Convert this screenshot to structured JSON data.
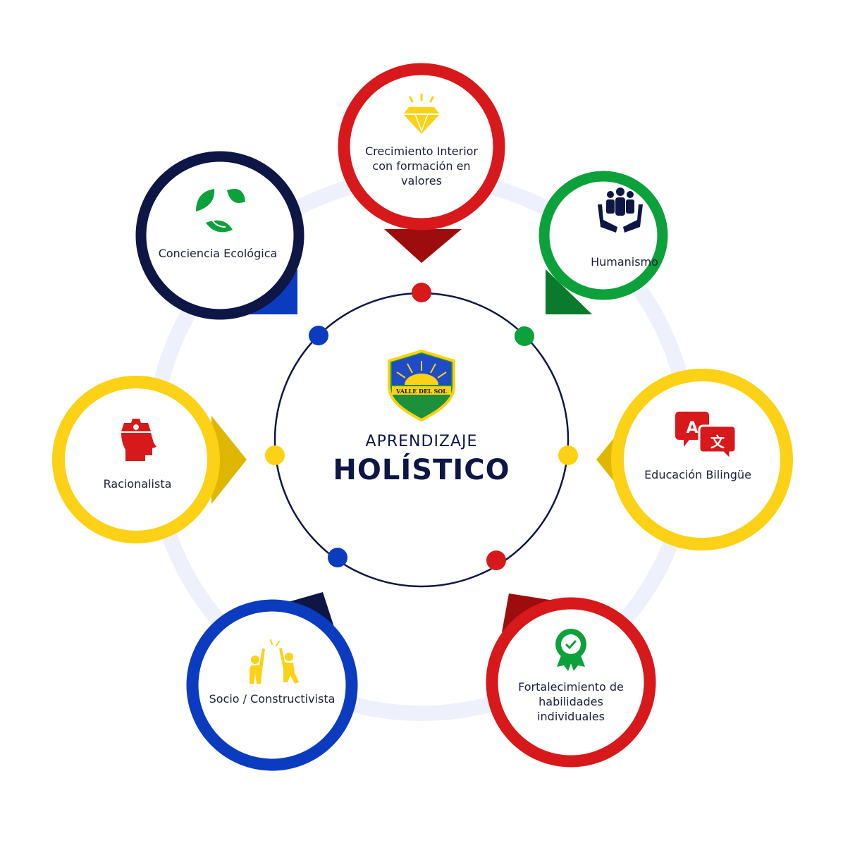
{
  "center": {
    "subtitle": "APRENDIZAJE",
    "title": "HOLÍSTICO",
    "logo_text": "VALLE DEL SOL"
  },
  "nodes": [
    {
      "label": "Crecimiento Interior con formación en valores",
      "icon": "diamond-icon",
      "color": "#d7191c"
    },
    {
      "label": "Humanismo",
      "icon": "people-in-hands-icon",
      "color": "#0ca13a"
    },
    {
      "label": "Educación Bilingüe",
      "icon": "translate-icon",
      "color": "#fcd116"
    },
    {
      "label": "Fortalecimiento de habilidades individuales",
      "icon": "award-badge-icon",
      "color": "#d7191c"
    },
    {
      "label": "Socio / Constructivista",
      "icon": "high-five-icon",
      "color": "#0b3bbf"
    },
    {
      "label": "Racionalista",
      "icon": "gear-head-icon",
      "color": "#fcd116"
    },
    {
      "label": "Conciencia Ecológica",
      "icon": "recycle-leaves-icon",
      "color": "#0d1645"
    }
  ],
  "colors": {
    "navy": "#0d1645",
    "red": "#d7191c",
    "green": "#0ca13a",
    "yellow": "#fcd116",
    "blue": "#0b3bbf",
    "ring": "#eef1fb"
  }
}
